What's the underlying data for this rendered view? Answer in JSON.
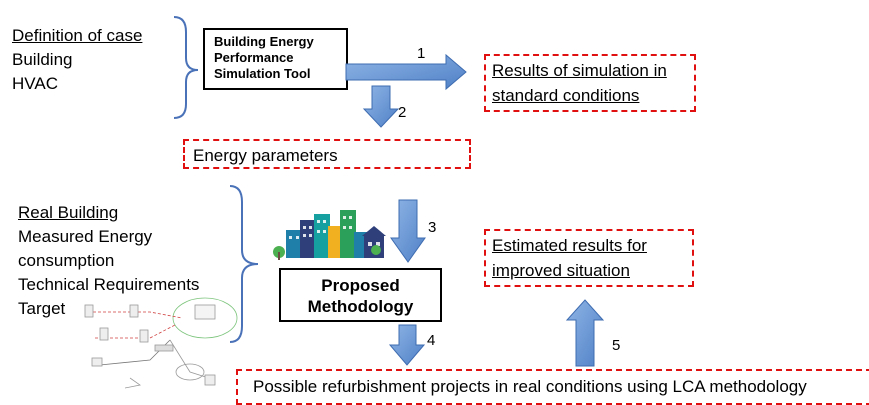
{
  "case_definition": {
    "heading": "Definition of case",
    "items": [
      "Building",
      "HVAC"
    ]
  },
  "tool_box": {
    "lines": [
      "Building Energy",
      "Performance",
      "Simulation Tool"
    ]
  },
  "results_standard": {
    "lines": [
      "Results of simulation in",
      "standard conditions"
    ]
  },
  "energy_parameters": {
    "label": "Energy parameters"
  },
  "real_building": {
    "heading": "Real Building",
    "items": [
      "Measured Energy",
      "consumption",
      "Technical Requirements",
      "Target"
    ]
  },
  "methodology_box": {
    "lines": [
      "Proposed",
      "Methodology"
    ]
  },
  "estimated_results": {
    "lines": [
      "Estimated results for",
      "improved situation"
    ]
  },
  "refurbishment": {
    "label": "Possible refurbishment projects in real conditions using LCA methodology"
  },
  "arrow_labels": [
    "1",
    "2",
    "3",
    "4",
    "5"
  ],
  "colors": {
    "arrow_fill": "#5b8fd4",
    "dashed_border": "#e01010",
    "brace": "#4a72b8"
  },
  "icons": [
    "city-buildings-icon",
    "sensor-network-icon"
  ]
}
